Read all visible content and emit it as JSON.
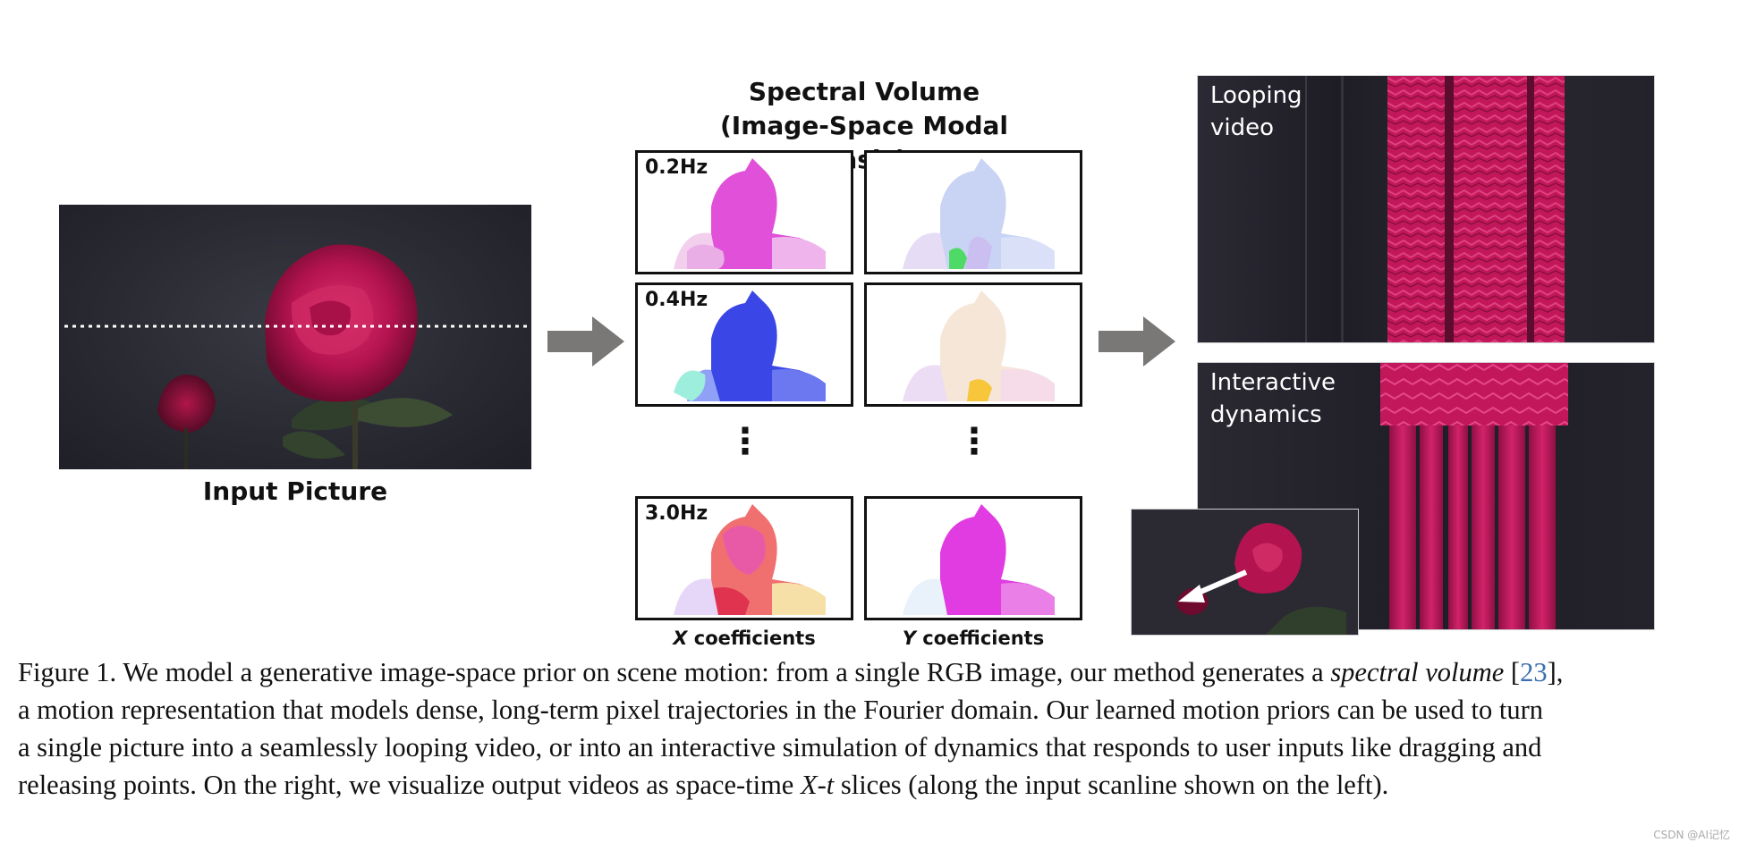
{
  "input": {
    "label": "Input Picture"
  },
  "spectral_volume": {
    "title_line1": "Spectral Volume",
    "title_line2": "(Image-Space Modal Basis)",
    "freq_1": "0.2Hz",
    "freq_2": "0.4Hz",
    "freq_3": "3.0Hz",
    "dots": "⋮",
    "x_coef_letter": "X",
    "x_coef_word": " coefficients",
    "y_coef_letter": "Y",
    "y_coef_word": " coefficients"
  },
  "output": {
    "looping_line1": "Looping",
    "looping_line2": "video",
    "interactive_line1": "Interactive",
    "interactive_line2": "dynamics"
  },
  "caption": {
    "l1_a": "Figure 1.  We model a generative image-space prior on scene motion: from a single RGB image, our method generates a ",
    "l1_em": "spectral volume",
    "l1_b": " [",
    "l1_cite": "23",
    "l1_c": "],",
    "l2": "a motion representation that models dense, long-term pixel trajectories in the Fourier domain. Our learned motion priors can be used to turn",
    "l3": "a single picture into a seamlessly looping video, or into an interactive simulation of dynamics that responds to user inputs like dragging and",
    "l4_a": "releasing points. On the right, we visualize output videos as space-time ",
    "l4_em": "X-t",
    "l4_b": " slices (along the input scanline shown on the left)."
  },
  "watermark": "CSDN @AI记忆",
  "colors": {
    "rose": "#c2185b",
    "arrow": "#7a7876",
    "dark_bg": "#24232d",
    "cite": "#3a6fb0"
  }
}
